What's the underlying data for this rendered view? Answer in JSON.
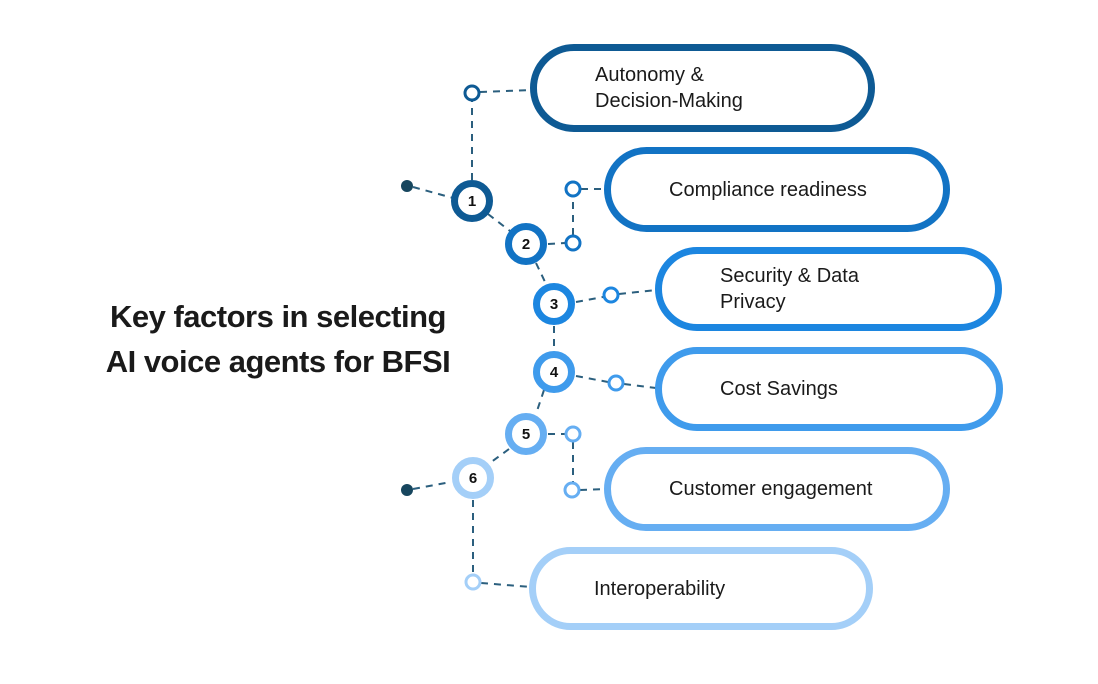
{
  "title": {
    "line1": "Key factors in selecting",
    "line2": "AI voice agents for BFSI"
  },
  "factors": [
    {
      "number": "1",
      "label": "Autonomy &\nDecision-Making",
      "color": "#0E5A94"
    },
    {
      "number": "2",
      "label": "Compliance readiness",
      "color": "#1273C4"
    },
    {
      "number": "3",
      "label": "Security & Data\nPrivacy",
      "color": "#1C86E0"
    },
    {
      "number": "4",
      "label": "Cost Savings",
      "color": "#3F9BEC"
    },
    {
      "number": "5",
      "label": "Customer engagement",
      "color": "#66AEF2"
    },
    {
      "number": "6",
      "label": "Interoperability",
      "color": "#A4CFF8"
    }
  ],
  "colors": {
    "connector": "#2B5F7E",
    "dot": "#17465E",
    "text": "#1A1A1A",
    "background": "#FFFFFF"
  }
}
